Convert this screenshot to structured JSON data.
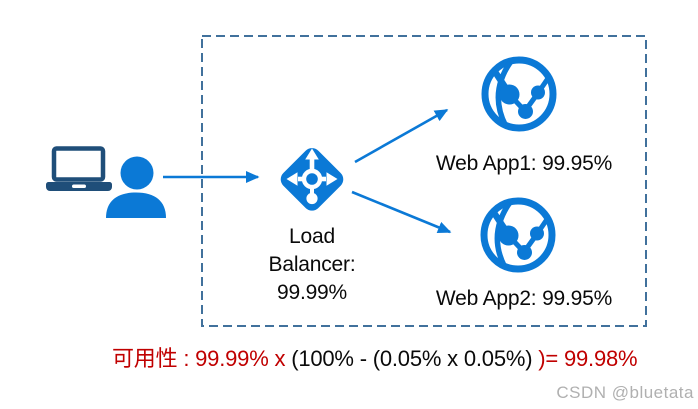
{
  "colors": {
    "icon_blue": "#0b79d6",
    "laptop_navy": "#1f4e79",
    "border_blue": "#41719c",
    "formula_red": "#c00000",
    "text_black": "#0a0a0a",
    "watermark_gray": "#b0b0b0"
  },
  "icons": {
    "user_laptop": "laptop-icon",
    "user_person": "person-icon",
    "load_balancer": "load-balancer-diamond-icon",
    "web_app1": "web-app-globe-icon",
    "web_app2": "web-app-globe-icon"
  },
  "labels": {
    "load_balancer": "Load Balancer: 99.99%",
    "web_app1": "Web App1: 99.95%",
    "web_app2": "Web App2: 99.95%"
  },
  "formula": {
    "prefix_red": "可用性 : 99.99% x ",
    "middle_black": "(100% - (0.05% x 0.05%) ",
    "suffix_red": ")= 99.98%"
  },
  "watermark": "CSDN @bluetata"
}
